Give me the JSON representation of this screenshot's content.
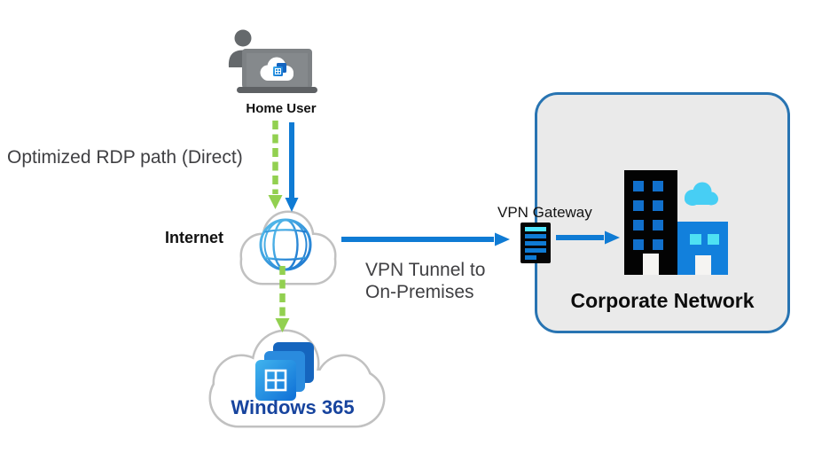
{
  "diagram": {
    "title": "Windows 365 optimized RDP connectivity diagram",
    "nodes": {
      "home_user": {
        "label": "Home User",
        "icon": "home-user-laptop-icon"
      },
      "internet": {
        "label": "Internet",
        "icon": "internet-globe-cloud-icon"
      },
      "windows_365": {
        "label": "Windows 365",
        "icon": "windows-365-cloud-icon"
      },
      "vpn_gateway": {
        "label": "VPN Gateway",
        "icon": "vpn-gateway-icon"
      },
      "corporate_network": {
        "label": "Corporate Network",
        "icon": "office-buildings-icon"
      }
    },
    "annotations": {
      "optimized_rdp": "Optimized RDP path (Direct)",
      "vpn_tunnel_line1": "VPN Tunnel to",
      "vpn_tunnel_line2": "On-Premises"
    },
    "edges": [
      {
        "name": "home-user-to-internet-optimized-rdp",
        "style": "dashed",
        "color": "#92d050",
        "direction": "down"
      },
      {
        "name": "home-user-to-internet",
        "style": "solid",
        "color": "#0f7bd4",
        "direction": "down"
      },
      {
        "name": "internet-to-windows-365-optimized-rdp",
        "style": "dashed",
        "color": "#92d050",
        "direction": "down"
      },
      {
        "name": "internet-to-vpn-gateway-tunnel",
        "style": "solid",
        "color": "#0f7bd4",
        "direction": "right"
      },
      {
        "name": "vpn-gateway-to-corporate-network",
        "style": "solid",
        "color": "#0f7bd4",
        "direction": "right"
      }
    ],
    "colors": {
      "arrow_blue": "#0f7bd4",
      "arrow_green": "#92d050",
      "cloud_outline_gray": "#c1c1c1",
      "corporate_box_border": "#2874b2",
      "corporate_box_fill": "#eaeaea",
      "windows365_text_blue": "#17449e",
      "annotation_text": "#3f3f42",
      "gateway_bar_cyan": "#50e6ff",
      "gateway_bar_blue": "#0f7bd4",
      "building_black": "#030303",
      "building_blue": "#1280dc",
      "window_cyan": "#4ee1f3",
      "cloud_cyan": "#47cef4",
      "laptop_gray": "#7d8184",
      "person_gray": "#65696c"
    }
  }
}
